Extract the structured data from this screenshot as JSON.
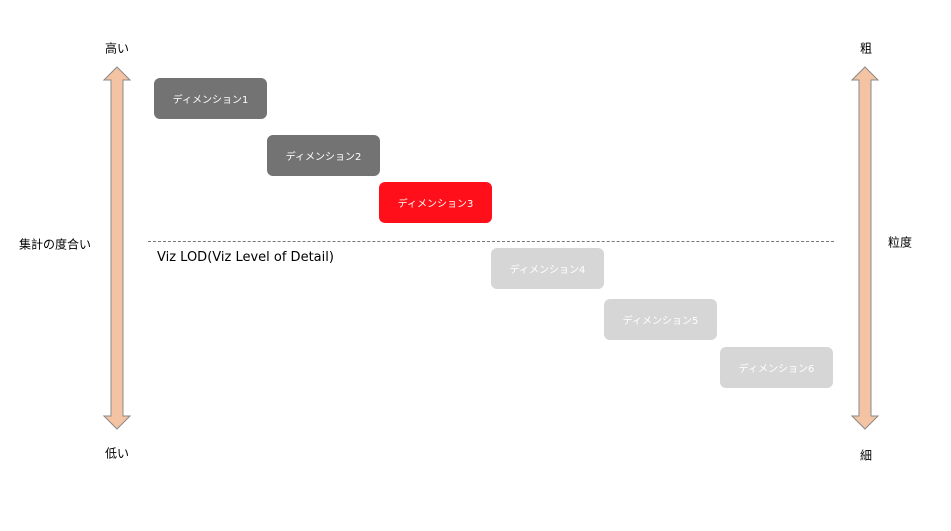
{
  "left_axis": {
    "top_label": "高い",
    "middle_label": "集計の度合い",
    "bottom_label": "低い"
  },
  "right_axis": {
    "top_label": "粗",
    "middle_label": "粒度",
    "bottom_label": "細"
  },
  "dimensions": [
    {
      "label": "ディメンション1",
      "state": "above"
    },
    {
      "label": "ディメンション2",
      "state": "above"
    },
    {
      "label": "ディメンション3",
      "state": "highlighted"
    },
    {
      "label": "ディメンション4",
      "state": "below"
    },
    {
      "label": "ディメンション5",
      "state": "below"
    },
    {
      "label": "ディメンション6",
      "state": "below"
    }
  ],
  "divider_label": "Viz LOD(Viz Level of Detail)",
  "colors": {
    "arrow_fill": "#f4c3a4",
    "arrow_stroke": "#8a8a8a",
    "dimension_above": "#737373",
    "dimension_highlighted": "#fe0f1a",
    "dimension_below": "#d6d6d6"
  }
}
